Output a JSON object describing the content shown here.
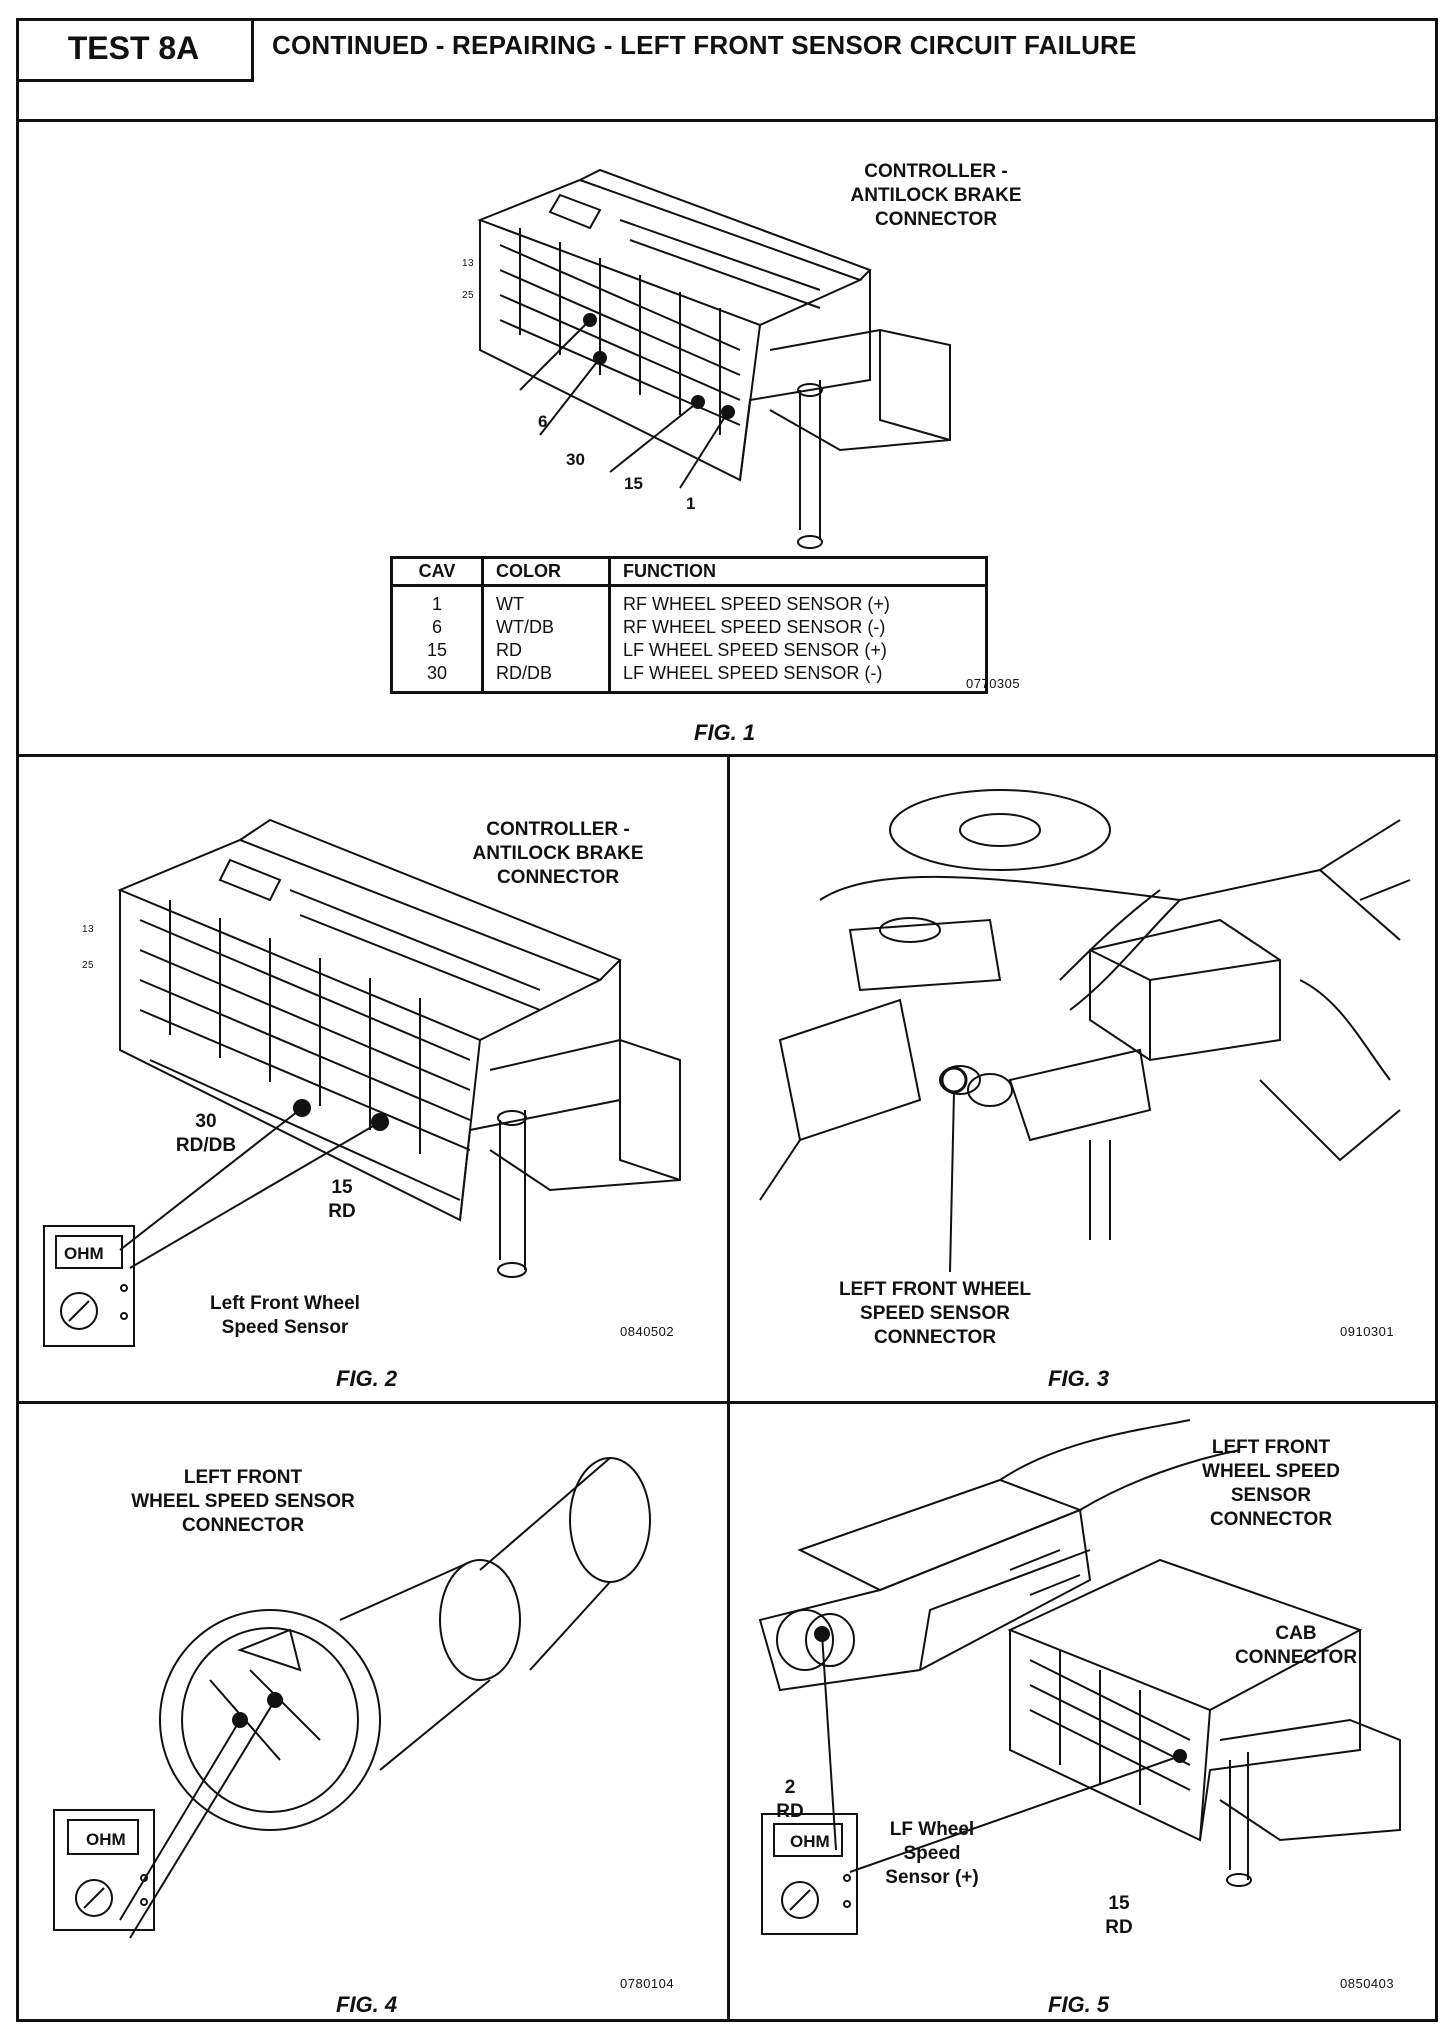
{
  "header": {
    "test_label": "TEST 8A",
    "title": "CONTINUED - REPAIRING - LEFT FRONT SENSOR CIRCUIT FAILURE"
  },
  "fig1": {
    "caption": "FIG. 1",
    "connector_label": "CONTROLLER -\nANTILOCK BRAKE\nCONNECTOR",
    "pin_labels": [
      "6",
      "30",
      "15",
      "1"
    ],
    "side_numbers": [
      "13",
      "25"
    ],
    "code": "0770305",
    "table": {
      "headers": [
        "CAV",
        "COLOR",
        "FUNCTION"
      ],
      "rows": [
        {
          "cav": "1",
          "color": "WT",
          "function": "RF WHEEL SPEED SENSOR (+)"
        },
        {
          "cav": "6",
          "color": "WT/DB",
          "function": "RF WHEEL SPEED SENSOR (-)"
        },
        {
          "cav": "15",
          "color": "RD",
          "function": "LF WHEEL SPEED SENSOR (+)"
        },
        {
          "cav": "30",
          "color": "RD/DB",
          "function": "LF WHEEL SPEED SENSOR (-)"
        }
      ]
    }
  },
  "fig2": {
    "caption": "FIG. 2",
    "connector_label": "CONTROLLER -\nANTILOCK BRAKE\nCONNECTOR",
    "pin30_label": "30\nRD/DB",
    "pin15_label": "15\nRD",
    "meter_label": "OHM",
    "sensor_label": "Left Front Wheel\nSpeed Sensor",
    "side_numbers": [
      "13",
      "25"
    ],
    "code": "0840502"
  },
  "fig3": {
    "caption": "FIG. 3",
    "label": "LEFT FRONT WHEEL\nSPEED SENSOR\nCONNECTOR",
    "code": "0910301"
  },
  "fig4": {
    "caption": "FIG. 4",
    "label": "LEFT FRONT\nWHEEL SPEED SENSOR\nCONNECTOR",
    "meter_label": "OHM",
    "code": "0780104"
  },
  "fig5": {
    "caption": "FIG. 5",
    "sensor_connector_label": "LEFT FRONT\nWHEEL SPEED\nSENSOR\nCONNECTOR",
    "cab_label": "CAB\nCONNECTOR",
    "pin2_label": "2\nRD",
    "lf_label": "LF Wheel\nSpeed\nSensor (+)",
    "pin15_label": "15\nRD",
    "meter_label": "OHM",
    "code": "0850403"
  }
}
